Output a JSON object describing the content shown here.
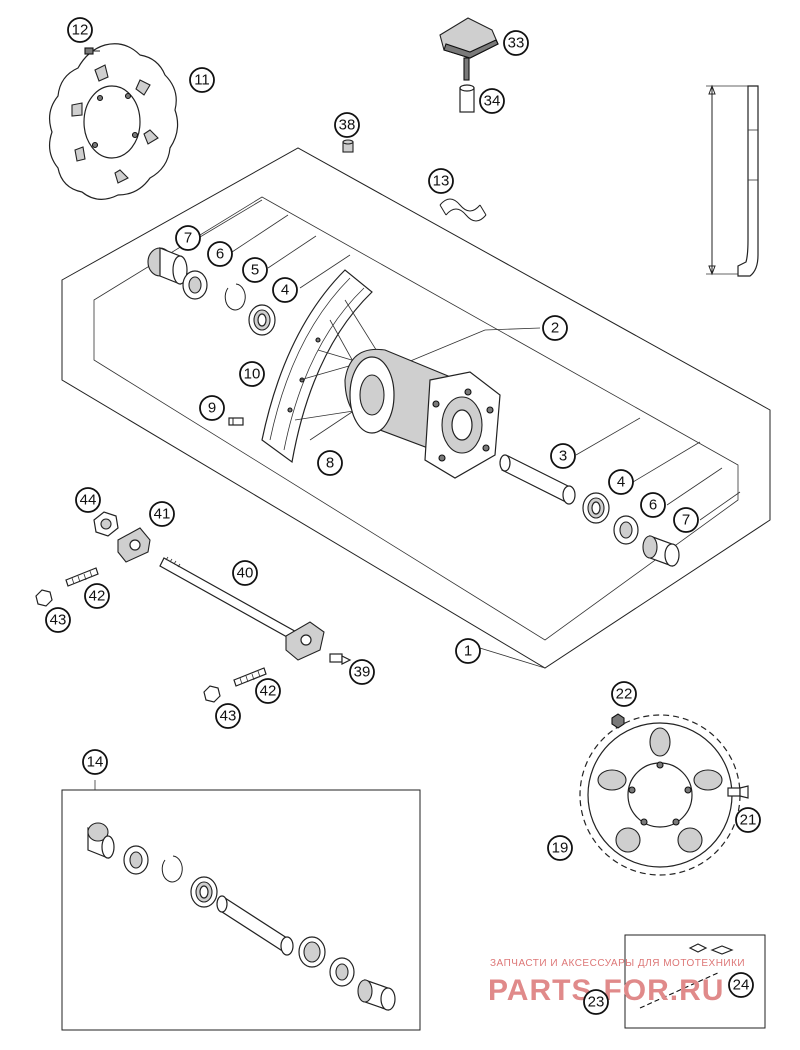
{
  "callouts": {
    "c1": "1",
    "c2": "2",
    "c3": "3",
    "c4a": "4",
    "c4b": "4",
    "c5": "5",
    "c6a": "6",
    "c6b": "6",
    "c7a": "7",
    "c7b": "7",
    "c8": "8",
    "c9": "9",
    "c10": "10",
    "c11": "11",
    "c12": "12",
    "c13": "13",
    "c14": "14",
    "c19": "19",
    "c21": "21",
    "c22": "22",
    "c23": "23",
    "c24": "24",
    "c33": "33",
    "c34": "34",
    "c38": "38",
    "c39": "39",
    "c40": "40",
    "c41": "41",
    "c42a": "42",
    "c42b": "42",
    "c43a": "43",
    "c43b": "43",
    "c44": "44"
  },
  "watermark": {
    "subtitle": "ЗАПЧАСТИ И АКСЕССУАРЫ ДЛЯ МОТОТЕХНИКИ",
    "brand": "PARTS-FOR.RU"
  }
}
